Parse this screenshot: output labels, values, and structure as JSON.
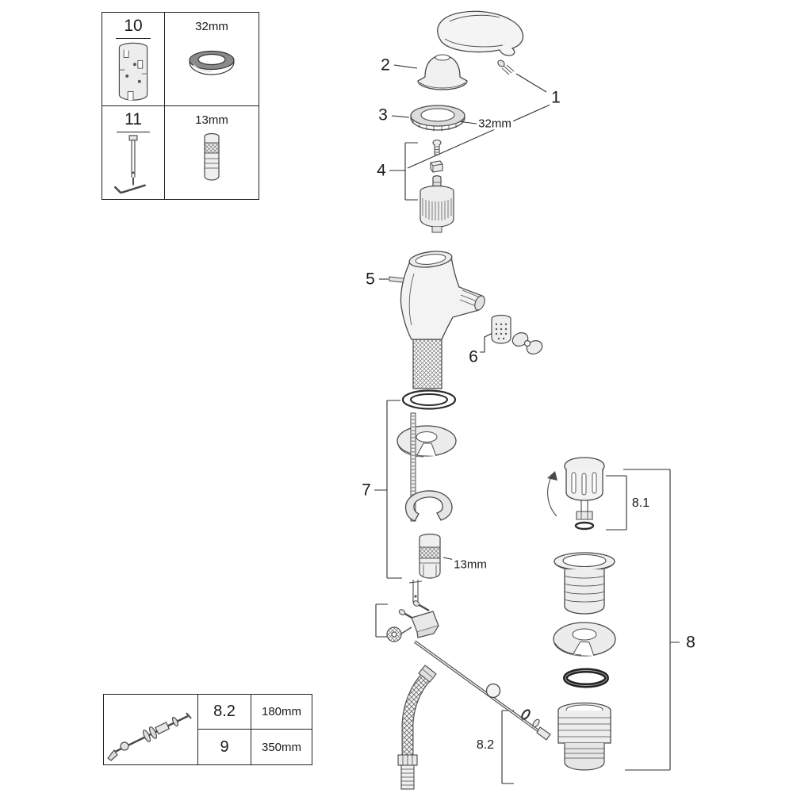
{
  "callouts": {
    "item1": "1",
    "item2": "2",
    "item3": "3",
    "item3_size": "32mm",
    "item4": "4",
    "item5": "5",
    "item6": "6",
    "item7": "7",
    "item7_size": "13mm",
    "item8": "8",
    "item8_1": "8.1",
    "item8_2": "8.2"
  },
  "top_table": {
    "rows": [
      {
        "ref": "10",
        "size": "32mm"
      },
      {
        "ref": "11",
        "size": "13mm"
      }
    ]
  },
  "bottom_table": {
    "rows": [
      {
        "ref": "8.2",
        "length": "180mm"
      },
      {
        "ref": "9",
        "length": "350mm"
      }
    ]
  }
}
